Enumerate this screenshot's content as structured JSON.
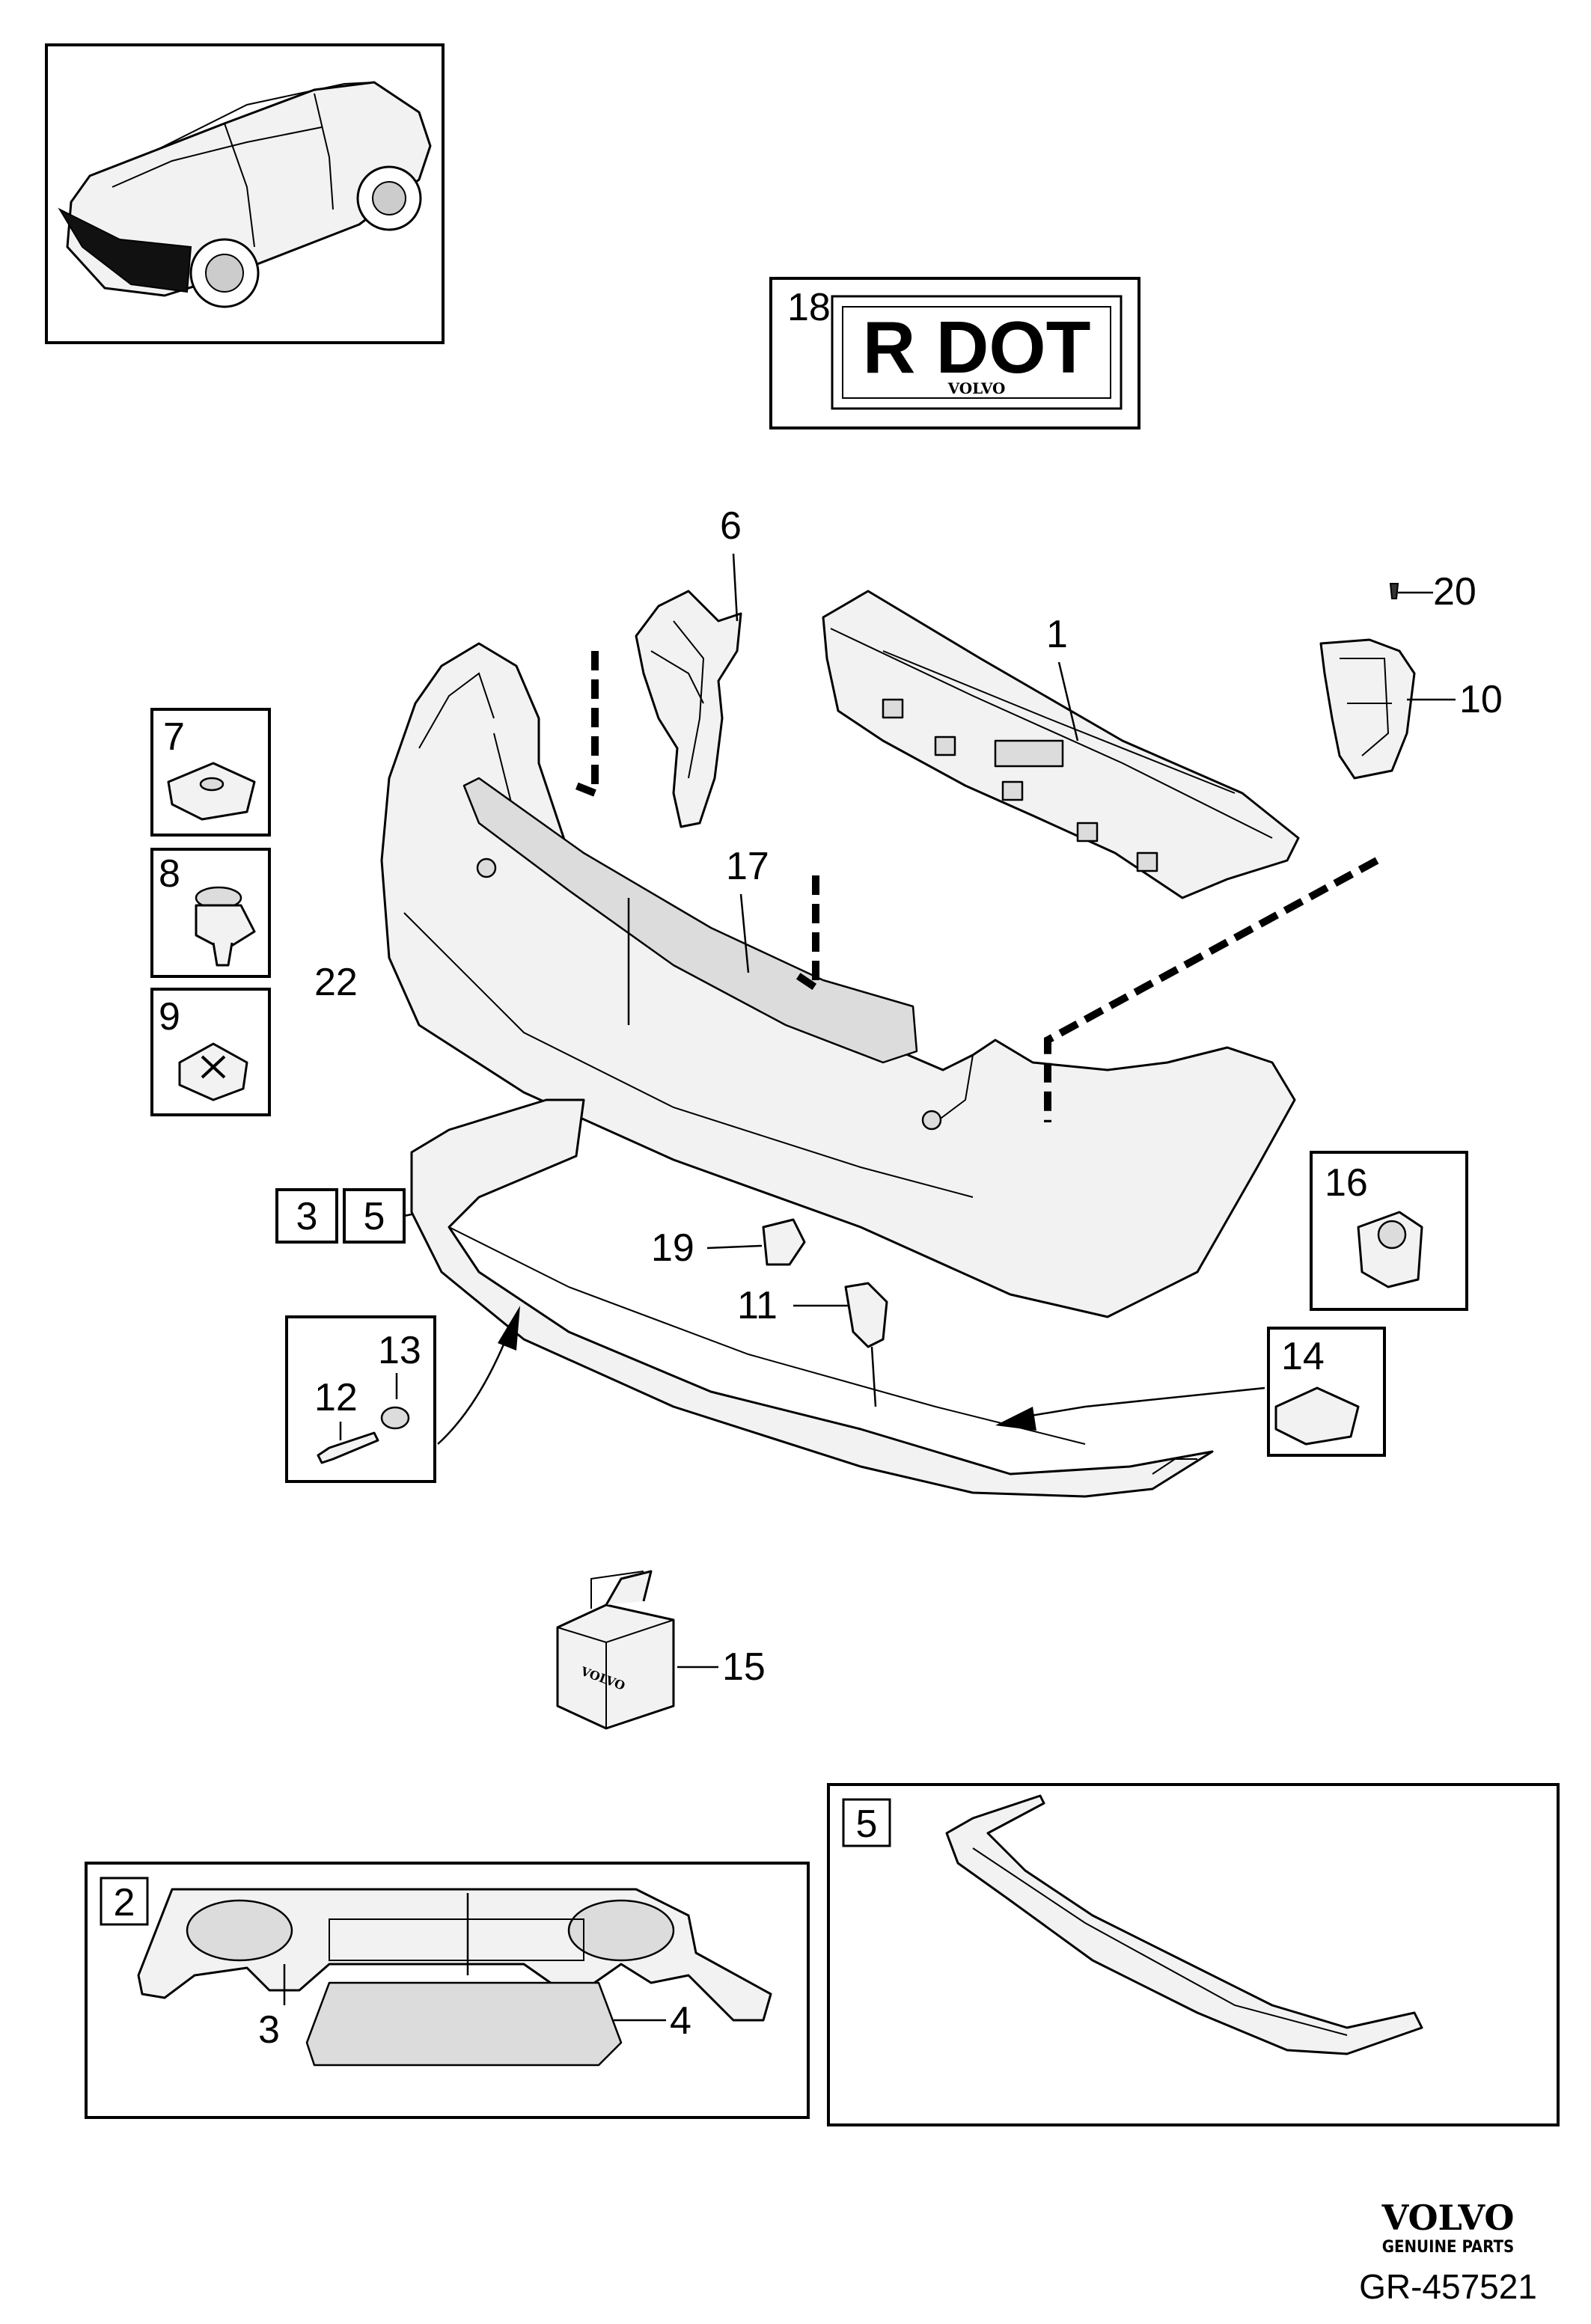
{
  "labels": {
    "p1": "1",
    "p2": "2",
    "p3a": "3",
    "p3b": "3",
    "p4": "4",
    "p5a": "5",
    "p5b": "5",
    "p6": "6",
    "p7": "7",
    "p8": "8",
    "p9": "9",
    "p10": "10",
    "p11": "11",
    "p12": "12",
    "p13": "13",
    "p14": "14",
    "p15": "15",
    "p16": "16",
    "p17": "17",
    "p18": "18",
    "p19": "19",
    "p20": "20",
    "p22": "22"
  },
  "decal": {
    "text": "R DOT",
    "brand": "VOLVO"
  },
  "kit_box": {
    "brand": "VOLVO"
  },
  "footer": {
    "brand": "VOLVO",
    "tagline": "GENUINE PARTS",
    "ref": "GR-457521"
  }
}
